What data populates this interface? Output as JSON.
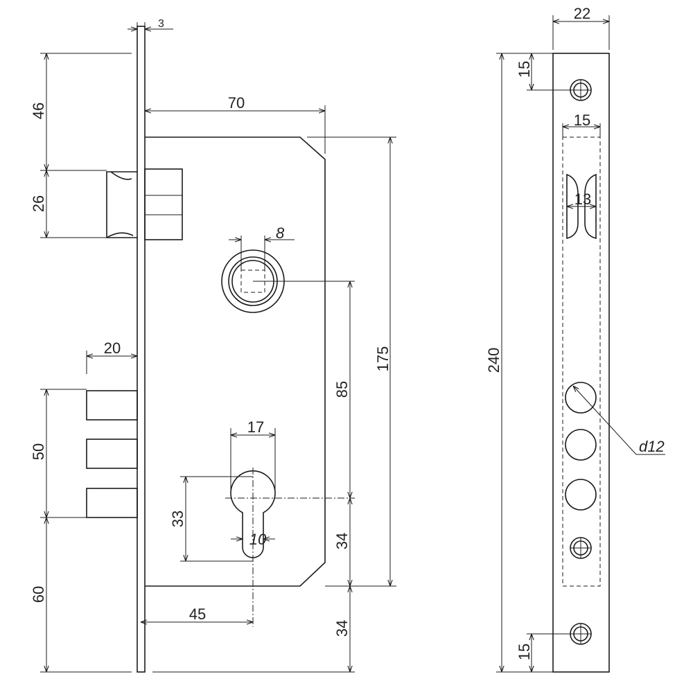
{
  "dimensions": {
    "faceplate_thickness": "3",
    "top_to_latch": "46",
    "latch_height": "26",
    "case_width": "70",
    "spindle_square": "8",
    "case_height": "175",
    "spindle_to_cylinder": "85",
    "bolt_projection": "20",
    "bolt_span": "50",
    "cylinder_width": "17",
    "cylinder_height": "33",
    "cylinder_slot": "10",
    "cylinder_to_case_bottom": "34",
    "bolt_to_bottom": "60",
    "backset": "45",
    "case_to_plate_bottom": "34",
    "plate_width": "22",
    "top_hole_offset": "15",
    "latch_window_width": "15",
    "latch_window_inner": "13",
    "plate_length": "240",
    "bolt_hole_diameter": "d12",
    "bottom_hole_offset": "15"
  }
}
